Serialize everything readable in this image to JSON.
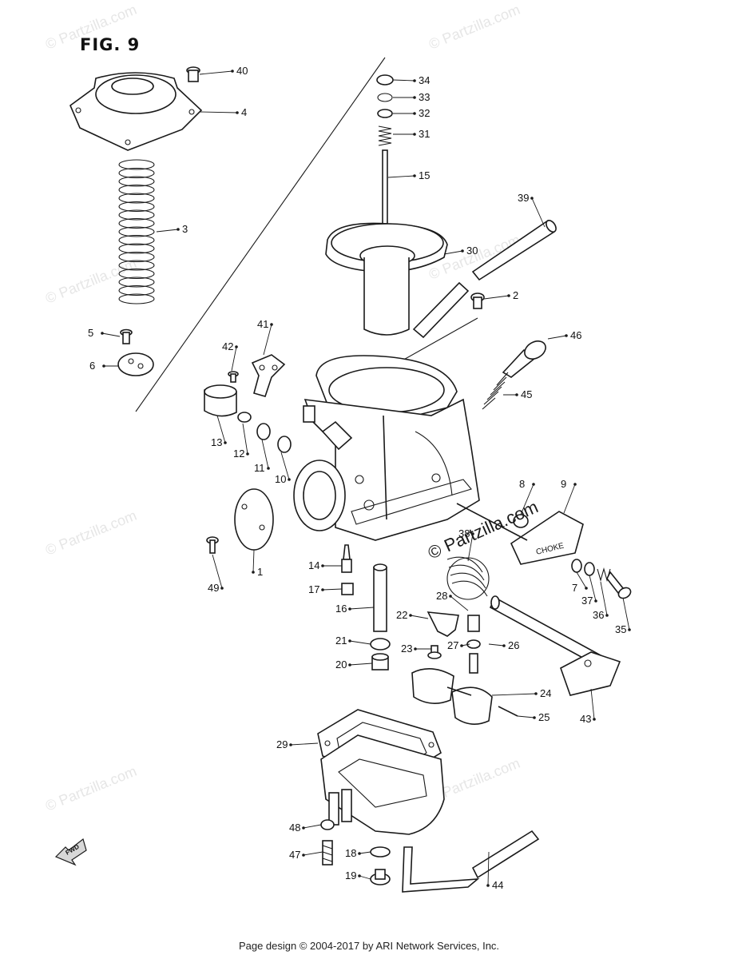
{
  "figure": {
    "title": "FIG. 9"
  },
  "footer": {
    "text": "Page design © 2004-2017 by ARI Network Services, Inc."
  },
  "watermark": {
    "text": "© Partzilla.com",
    "center_text": "© Partzilla.com"
  },
  "fwd_label": "FWD",
  "choke_label": "CHOKE",
  "callouts": [
    "1",
    "2",
    "3",
    "4",
    "5",
    "6",
    "7",
    "8",
    "9",
    "10",
    "11",
    "12",
    "13",
    "14",
    "15",
    "16",
    "17",
    "18",
    "19",
    "20",
    "21",
    "22",
    "23",
    "24",
    "25",
    "26",
    "27",
    "28",
    "29",
    "30",
    "31",
    "32",
    "33",
    "34",
    "35",
    "36",
    "37",
    "38",
    "39",
    "40",
    "41",
    "42",
    "43",
    "44",
    "45",
    "46",
    "47",
    "48",
    "49"
  ]
}
